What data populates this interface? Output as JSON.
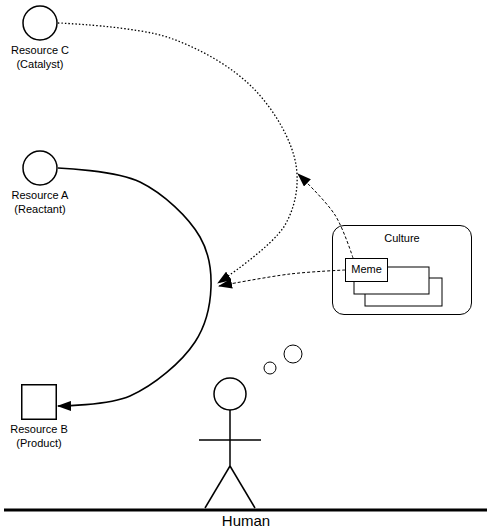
{
  "diagram": {
    "nodes": [
      {
        "text": [
          "Resource C",
          "(Catalyst)"
        ]
      },
      {
        "text": [
          "Resource A",
          "(Reactant)"
        ]
      },
      {
        "text": [
          "Resource B",
          "(Product)"
        ]
      },
      {
        "text": [
          "Culture"
        ]
      },
      {
        "text": [
          "Meme"
        ],
        "in": 3
      }
    ],
    "edges": [
      {
        "from": 1,
        "to": 2,
        "arrow": "to"
      }
    ],
    "labels": [
      "Human"
    ]
  }
}
